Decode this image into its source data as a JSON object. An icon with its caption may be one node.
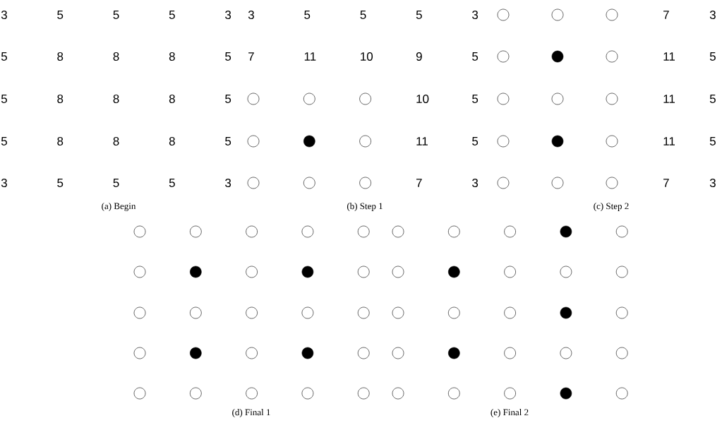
{
  "diagram": {
    "nodes": [
      {
        "text": [],
        "shape": "circle"
      },
      {
        "text": [],
        "shape": "circle"
      },
      {
        "text": [],
        "shape": "circle"
      },
      {
        "text": [],
        "shape": "circle"
      },
      {
        "text": [],
        "shape": "dot"
      },
      {
        "text": [],
        "shape": "circle"
      },
      {
        "text": [],
        "shape": "circle"
      },
      {
        "text": [],
        "shape": "circle"
      },
      {
        "text": [],
        "shape": "circle"
      },
      {
        "text": [],
        "shape": "circle"
      },
      {
        "text": [],
        "shape": "circle"
      },
      {
        "text": [],
        "shape": "circle"
      },
      {
        "text": [],
        "shape": "circle"
      },
      {
        "text": [],
        "shape": "dot"
      },
      {
        "text": [],
        "shape": "circle"
      },
      {
        "text": [],
        "shape": "circle"
      },
      {
        "text": [],
        "shape": "circle"
      },
      {
        "text": [],
        "shape": "circle"
      },
      {
        "text": [],
        "shape": "circle"
      },
      {
        "text": [],
        "shape": "dot"
      },
      {
        "text": [],
        "shape": "circle"
      },
      {
        "text": [],
        "shape": "circle"
      },
      {
        "text": [],
        "shape": "circle"
      },
      {
        "text": [],
        "shape": "circle"
      },
      {
        "text": [],
        "shape": "circle"
      },
      {
        "text": [],
        "shape": "circle"
      },
      {
        "text": [],
        "shape": "circle"
      },
      {
        "text": [],
        "shape": "circle"
      },
      {
        "text": [],
        "shape": "circle"
      },
      {
        "text": [],
        "shape": "circle"
      },
      {
        "text": [],
        "shape": "dot"
      },
      {
        "text": [],
        "shape": "circle"
      },
      {
        "text": [],
        "shape": "dot"
      },
      {
        "text": [],
        "shape": "circle"
      },
      {
        "text": [],
        "shape": "circle"
      },
      {
        "text": [],
        "shape": "circle"
      },
      {
        "text": [],
        "shape": "circle"
      },
      {
        "text": [],
        "shape": "circle"
      },
      {
        "text": [],
        "shape": "circle"
      },
      {
        "text": [],
        "shape": "circle"
      },
      {
        "text": [],
        "shape": "dot"
      },
      {
        "text": [],
        "shape": "circle"
      },
      {
        "text": [],
        "shape": "dot"
      },
      {
        "text": [],
        "shape": "circle"
      },
      {
        "text": [],
        "shape": "circle"
      },
      {
        "text": [],
        "shape": "circle"
      },
      {
        "text": [],
        "shape": "circle"
      },
      {
        "text": [],
        "shape": "circle"
      },
      {
        "text": [],
        "shape": "circle"
      },
      {
        "text": [],
        "shape": "circle"
      },
      {
        "text": [],
        "shape": "circle"
      },
      {
        "text": [],
        "shape": "circle"
      },
      {
        "text": [],
        "shape": "dot"
      },
      {
        "text": [],
        "shape": "circle"
      },
      {
        "text": [],
        "shape": "circle"
      },
      {
        "text": [],
        "shape": "dot"
      },
      {
        "text": [],
        "shape": "circle"
      },
      {
        "text": [],
        "shape": "circle"
      },
      {
        "text": [],
        "shape": "circle"
      },
      {
        "text": [],
        "shape": "circle"
      },
      {
        "text": [],
        "shape": "circle"
      },
      {
        "text": [],
        "shape": "circle"
      },
      {
        "text": [],
        "shape": "dot"
      },
      {
        "text": [],
        "shape": "circle"
      },
      {
        "text": [],
        "shape": "circle"
      },
      {
        "text": [],
        "shape": "dot"
      },
      {
        "text": [],
        "shape": "circle"
      },
      {
        "text": [],
        "shape": "circle"
      },
      {
        "text": [],
        "shape": "circle"
      },
      {
        "text": [],
        "shape": "circle"
      },
      {
        "text": [],
        "shape": "circle"
      },
      {
        "text": [],
        "shape": "circle"
      },
      {
        "text": [],
        "shape": "dot"
      },
      {
        "text": [],
        "shape": "circle"
      }
    ],
    "labels": [
      "3",
      "5",
      "5",
      "5",
      "3",
      "5",
      "8",
      "8",
      "8",
      "5",
      "5",
      "8",
      "8",
      "8",
      "5",
      "5",
      "8",
      "8",
      "8",
      "5",
      "3",
      "5",
      "5",
      "5",
      "3",
      "(a) Begin",
      "3",
      "5",
      "5",
      "5",
      "3",
      "7",
      "11",
      "10",
      "9",
      "5",
      "10",
      "5",
      "11",
      "5",
      "7",
      "3",
      "(b) Step 1",
      "7",
      "3",
      "11",
      "5",
      "11",
      "5",
      "11",
      "5",
      "7",
      "3",
      "(c) Step 2",
      "(d) Final 1",
      "(e) Final 2"
    ]
  }
}
